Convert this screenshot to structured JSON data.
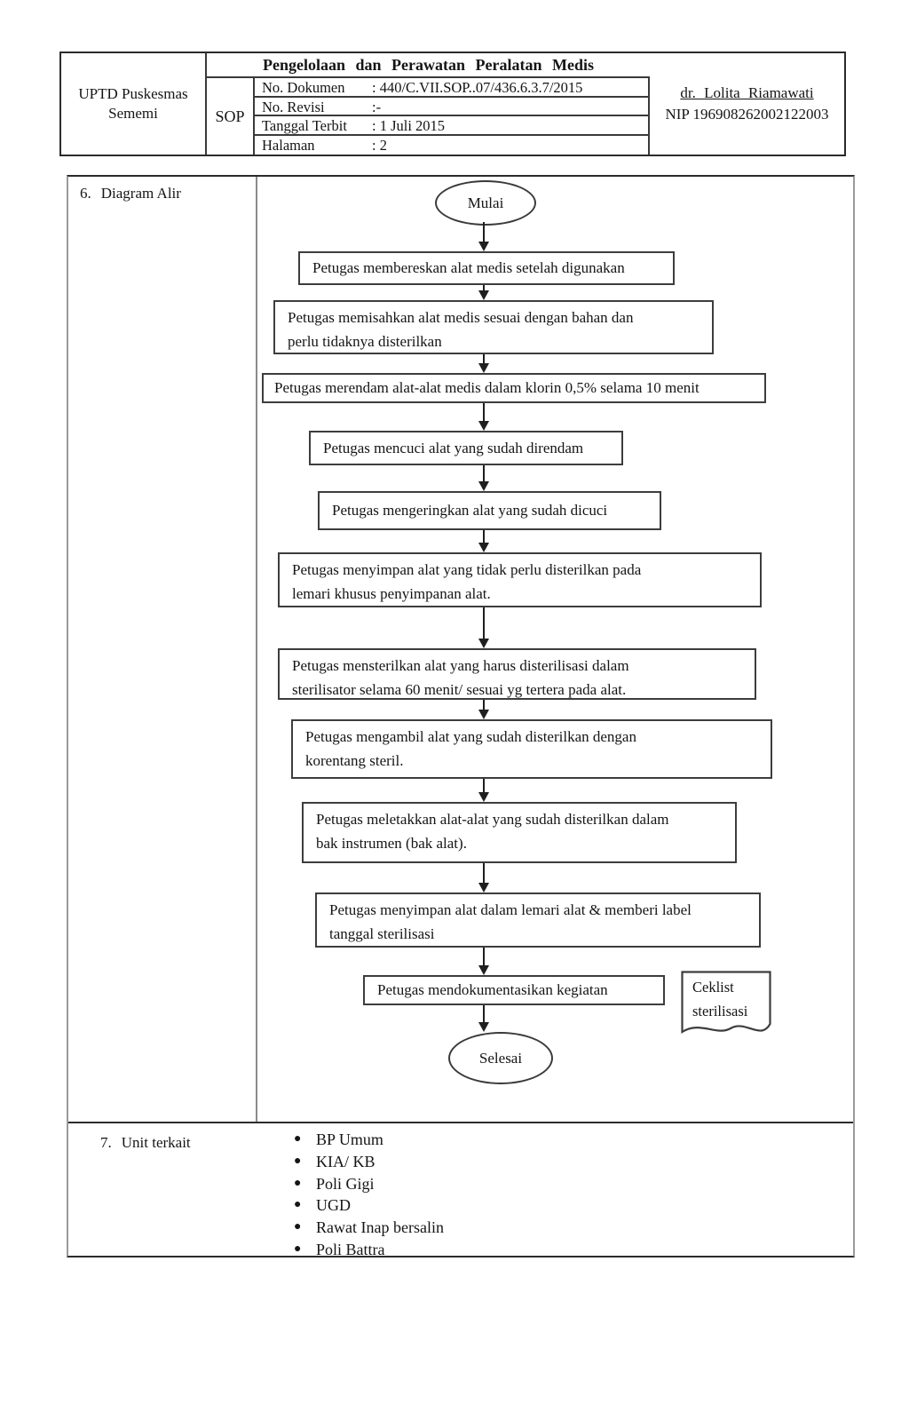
{
  "header": {
    "org_line1": "UPTD Puskesmas",
    "org_line2": "Sememi",
    "doc_type": "SOP",
    "title": "Pengelolaan dan Perawatan Peralatan Medis",
    "fields": [
      {
        "label": "No. Dokumen",
        "value": ": 440/C.VII.SOP..07/436.6.3.7/2015"
      },
      {
        "label": "No. Revisi",
        "value": ":-"
      },
      {
        "label": "Tanggal Terbit",
        "value": ": 1 Juli 2015"
      },
      {
        "label": "Halaman",
        "value": ": 2"
      }
    ],
    "signatory_name": "dr. Lolita Riamawati",
    "signatory_nip": "NIP 196908262002122003"
  },
  "diagram_section": {
    "number": "6.",
    "title": "Diagram Alir"
  },
  "units_section": {
    "number": "7.",
    "title": "Unit terkait",
    "items": [
      "BP Umum",
      "KIA/ KB",
      "Poli Gigi",
      "UGD",
      "Rawat Inap bersalin",
      "Poli Battra"
    ]
  },
  "flowchart": {
    "start_label": "Mulai",
    "end_label": "Selesai",
    "steps": [
      {
        "text": "Petugas membereskan alat medis setelah digunakan"
      },
      {
        "text": "Petugas memisahkan alat medis sesuai dengan bahan dan",
        "text2": "perlu tidaknya disterilkan"
      },
      {
        "text": "Petugas merendam alat-alat medis dalam klorin 0,5% selama 10 menit"
      },
      {
        "text": "Petugas mencuci alat yang sudah direndam"
      },
      {
        "text": "Petugas mengeringkan alat yang sudah dicuci"
      },
      {
        "text": "Petugas menyimpan alat yang tidak perlu disterilkan pada",
        "text2": "lemari khusus penyimpanan alat."
      },
      {
        "text": "Petugas mensterilkan alat yang harus disterilisasi  dalam",
        "text2": "sterilisator selama 60 menit/ sesuai yg tertera pada alat."
      },
      {
        "text": "Petugas mengambil alat yang sudah disterilkan dengan",
        "text2": "korentang steril."
      },
      {
        "text": "Petugas meletakkan alat-alat yang sudah disterilkan dalam",
        "text2": "bak instrumen (bak alat)."
      },
      {
        "text": "Petugas menyimpan alat dalam lemari alat & memberi label",
        "text2": "tanggal sterilisasi"
      },
      {
        "text": "Petugas mendokumentasikan kegiatan"
      }
    ],
    "side_document_line1": "Ceklist",
    "side_document_line2": "sterilisasi"
  },
  "colors": {
    "ink": "#151515",
    "border_dark": "#2b2b2b",
    "border_gray": "#8a8a8a"
  }
}
